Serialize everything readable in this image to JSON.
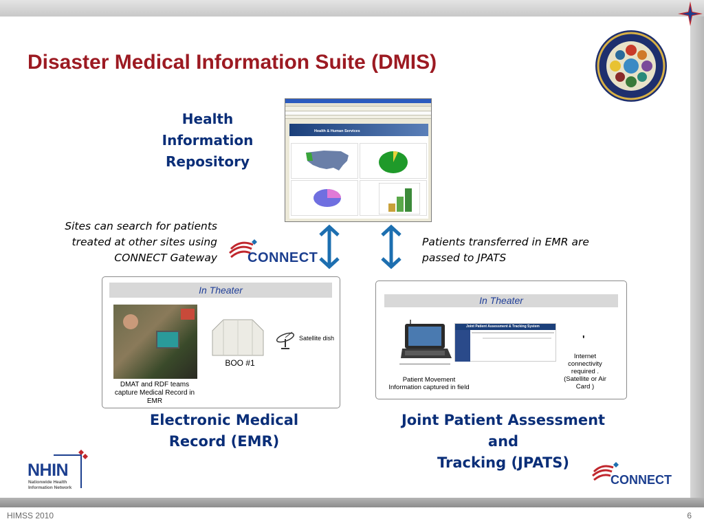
{
  "title": "Disaster Medical Information Suite (DMIS)",
  "hir": {
    "line1": "Health",
    "line2": "Information",
    "line3": "Repository",
    "browser_banner": "Health & Human Services"
  },
  "notes": {
    "left_line1": "Sites can search for patients",
    "left_line2": "treated at other sites using",
    "left_line3": "CONNECT Gateway",
    "right_line1": "Patients transferred in EMR are",
    "right_line2": "passed to JPATS"
  },
  "connect_logo": "CONNECT",
  "emr_panel": {
    "theater": "In Theater",
    "satellite": "Satellite dish",
    "boo": "BOO #1",
    "caption_line1": "DMAT and RDF teams",
    "caption_line2": "capture  Medical Record in",
    "caption_line3": "EMR"
  },
  "jpats_panel": {
    "theater": "In Theater",
    "screen_title": "Joint Patient Assessment & Tracking System",
    "caption_line1": "Patient Movement",
    "caption_line2": "Information captured in field",
    "internet_line1": "Internet",
    "internet_line2": "connectivity",
    "internet_line3": "required  .",
    "internet_line4": "(Satellite or Air",
    "internet_line5": "Card )"
  },
  "emr_label": {
    "line1": "Electronic Medical",
    "line2": "Record (EMR)"
  },
  "jpats_label": {
    "line1": "Joint Patient Assessment and",
    "line2": "Tracking (JPATS)"
  },
  "nhin": {
    "acronym": "NHIN",
    "line1": "Nationwide Health",
    "line2": "Information Network"
  },
  "footer": {
    "left": "HIMSS 2010",
    "page": "6"
  },
  "colors": {
    "title": "#9c1a22",
    "label_blue": "#0a2e78",
    "arrow": "#1d6fb0",
    "theater_text": "#1f3e97"
  }
}
